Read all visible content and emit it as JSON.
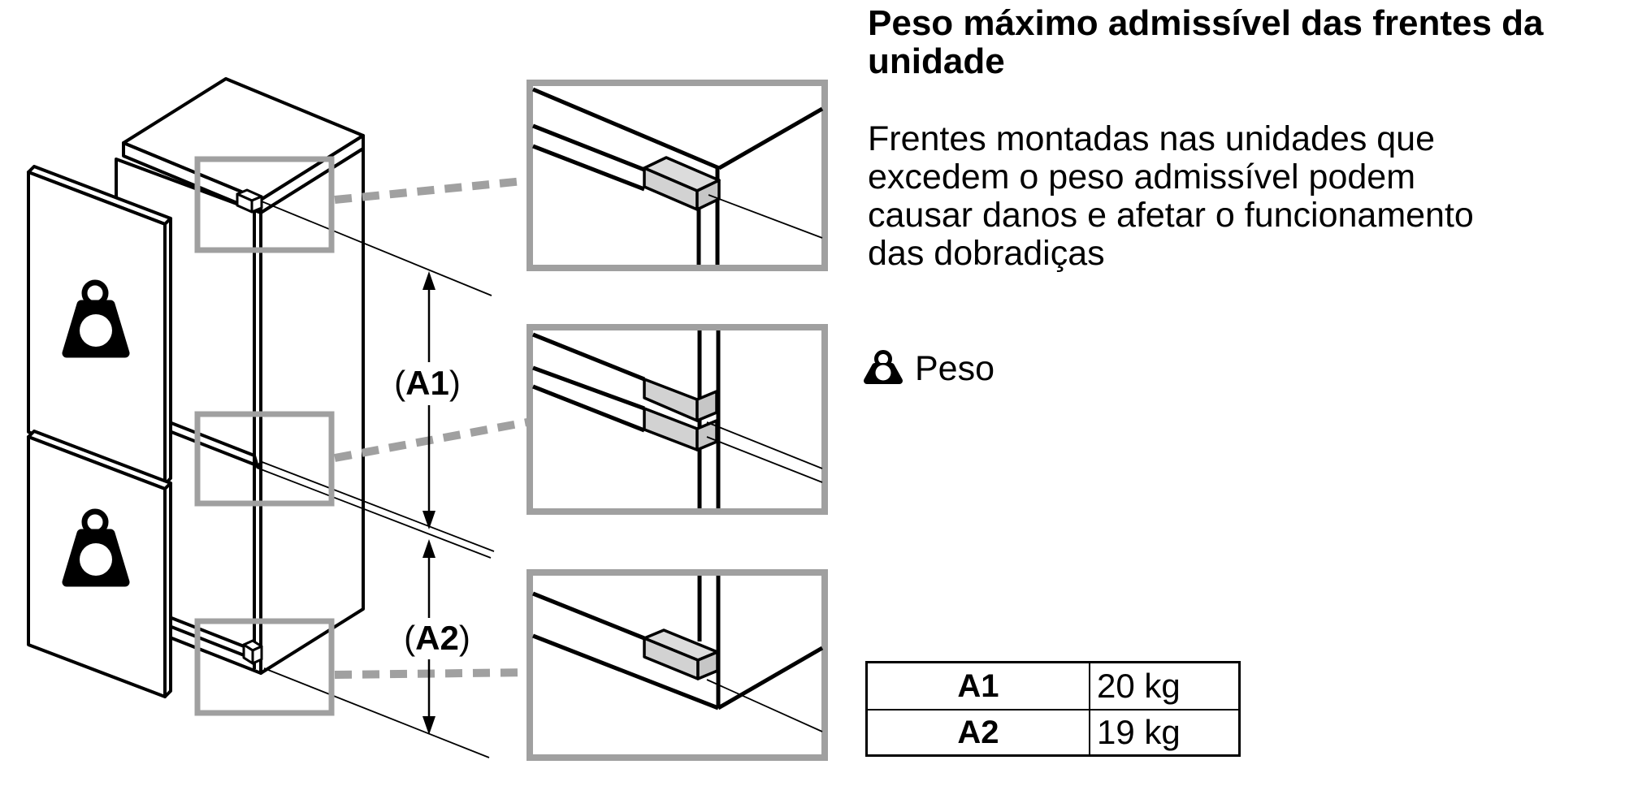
{
  "title": {
    "line1": "Peso máximo admissível das frentes da",
    "line2": "unidade"
  },
  "paragraph": {
    "line1": "Frentes montadas nas unidades que",
    "line2": "excedem o peso admissível podem",
    "line3": "causar danos e afetar o funcionamento",
    "line4": "das dobradiças"
  },
  "legend": {
    "label": "Peso",
    "icon": "weight-icon"
  },
  "dimensions": {
    "a1": {
      "open": "(",
      "name": "A1",
      "close": ")"
    },
    "a2": {
      "open": "(",
      "name": "A2",
      "close": ")"
    }
  },
  "table": {
    "rows": [
      {
        "label": "A1",
        "value": "20 kg"
      },
      {
        "label": "A2",
        "value": "19 kg"
      }
    ]
  },
  "colors": {
    "ink": "#000000",
    "callout_gray": "#a0a0a0",
    "hinge_fill": "#d2d2d2"
  }
}
